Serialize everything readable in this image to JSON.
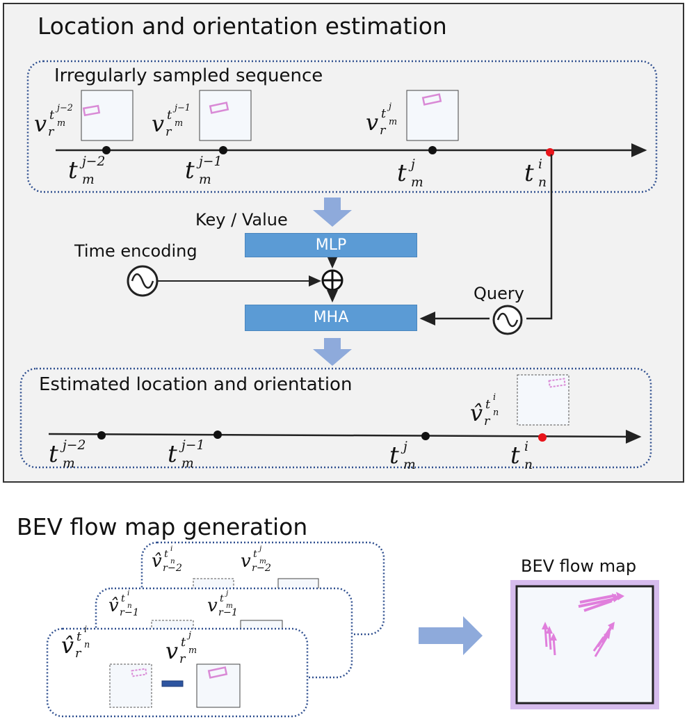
{
  "panel_top": {
    "title": "Location and orientation estimation",
    "input_group_label": "Irregularly sampled sequence",
    "output_group_label": "Estimated location and orientation",
    "key_value_label": "Key / Value",
    "time_encoding_label": "Time encoding",
    "query_label": "Query",
    "mlp_label": "MLP",
    "mha_label": "MHA",
    "input_times": [
      {
        "base": "t",
        "sub": "m",
        "sup": "j−2"
      },
      {
        "base": "t",
        "sub": "m",
        "sup": "j−1"
      },
      {
        "base": "t",
        "sub": "m",
        "sup": "j"
      },
      {
        "base": "t",
        "sub": "n",
        "sup": "i"
      }
    ],
    "input_values": [
      {
        "base": "v",
        "sub": "r",
        "sup": "t",
        "supsub": "m",
        "supsup": "j−2"
      },
      {
        "base": "v",
        "sub": "r",
        "sup": "t",
        "supsub": "m",
        "supsup": "j−1"
      },
      {
        "base": "v",
        "sub": "r",
        "sup": "t",
        "supsub": "m",
        "supsup": "j"
      }
    ],
    "output_times": [
      {
        "base": "t",
        "sub": "m",
        "sup": "j−2"
      },
      {
        "base": "t",
        "sub": "m",
        "sup": "j−1"
      },
      {
        "base": "t",
        "sub": "m",
        "sup": "j"
      },
      {
        "base": "t",
        "sub": "n",
        "sup": "i"
      }
    ],
    "output_value": {
      "base": "v̂",
      "sub": "r",
      "sup": "t",
      "supsub": "n",
      "supsup": "i"
    }
  },
  "panel_bottom": {
    "title": "BEV flow map generation",
    "flow_map_label": "BEV flow map",
    "frames": [
      {
        "left": {
          "base": "v̂",
          "sub": "r−2",
          "sup": "t",
          "supsub": "n",
          "supsup": "i"
        },
        "right": {
          "base": "v",
          "sub": "r−2",
          "sup": "t",
          "supsub": "m",
          "supsup": "j"
        }
      },
      {
        "left": {
          "base": "v̂",
          "sub": "r−1",
          "sup": "t",
          "supsub": "n",
          "supsup": "i"
        },
        "right": {
          "base": "v",
          "sub": "r−1",
          "sup": "t",
          "supsub": "m",
          "supsup": "j"
        }
      },
      {
        "left": {
          "base": "v̂",
          "sub": "r",
          "sup": "t",
          "supsub": "n",
          "supsup": "i"
        },
        "right": {
          "base": "v",
          "sub": "r",
          "sup": "t",
          "supsub": "m",
          "supsup": "j"
        }
      }
    ]
  },
  "colors": {
    "accent_box": "#5b9bd5",
    "arrow_fill": "#8eaadb",
    "group_border": "#2f4f8f",
    "query_point": "#e8141a",
    "pink_box": "#d98ad6",
    "minus_bar": "#2e55a0",
    "flow_border": "#222222",
    "flow_glow": "#a56ad6"
  }
}
